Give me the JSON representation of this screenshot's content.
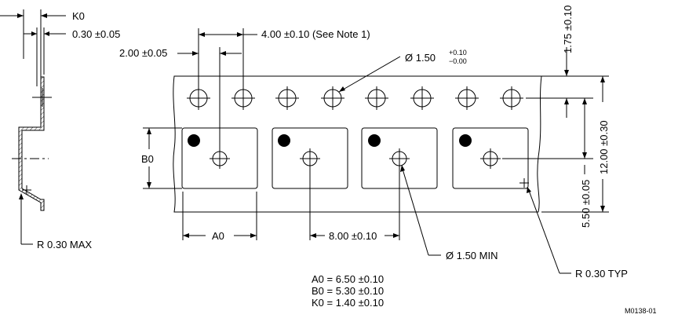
{
  "labels": {
    "k0": "K0",
    "thickness": "0.30 ±0.05",
    "pitch_sprocket": "4.00 ±0.10 (See Note 1)",
    "sprocket_offset": "2.00 ±0.05",
    "sprocket_dia": "Ø 1.50",
    "sprocket_dia_plus": "+0.10",
    "sprocket_dia_minus": "−0.00",
    "edge_to_hole": "1.75 ±0.10",
    "tape_width": "12.00 ±0.30",
    "center_offset": "5.50 ±0.05",
    "b0": "B0",
    "a0": "A0",
    "pocket_pitch": "8.00 ±0.10",
    "pocket_hole": "Ø 1.50 MIN",
    "corner_radius_typ": "R 0.30 TYP",
    "corner_radius_max": "R 0.30 MAX",
    "figure_id": "M0138-01"
  },
  "dimensions_table": [
    "A0 = 6.50 ±0.10",
    "B0 = 5.30 ±0.10",
    "K0 = 1.40 ±0.10"
  ]
}
